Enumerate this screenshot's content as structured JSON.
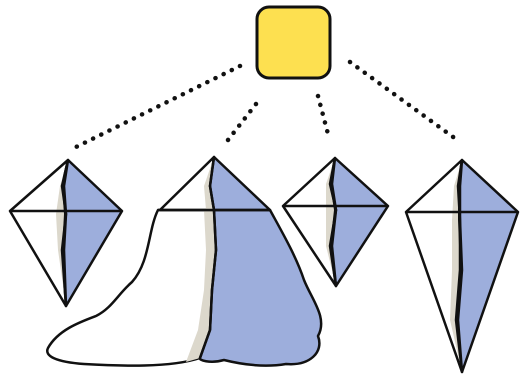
{
  "colors": {
    "background": "#ffffff",
    "root_fill": "#fde050",
    "outline": "#111111",
    "face_light": "#ffffff",
    "face_dark": "#9daedc",
    "shadow": "#dcd8cc"
  },
  "diagram": {
    "root": {
      "icon": "square-node",
      "label": ""
    },
    "children": [
      {
        "icon": "iceberg-diamond",
        "label": ""
      },
      {
        "icon": "iceberg-with-submerged-mass",
        "label": ""
      },
      {
        "icon": "iceberg-diamond",
        "label": ""
      },
      {
        "icon": "iceberg-tall-diamond",
        "label": ""
      }
    ],
    "connector_style": "dotted"
  }
}
